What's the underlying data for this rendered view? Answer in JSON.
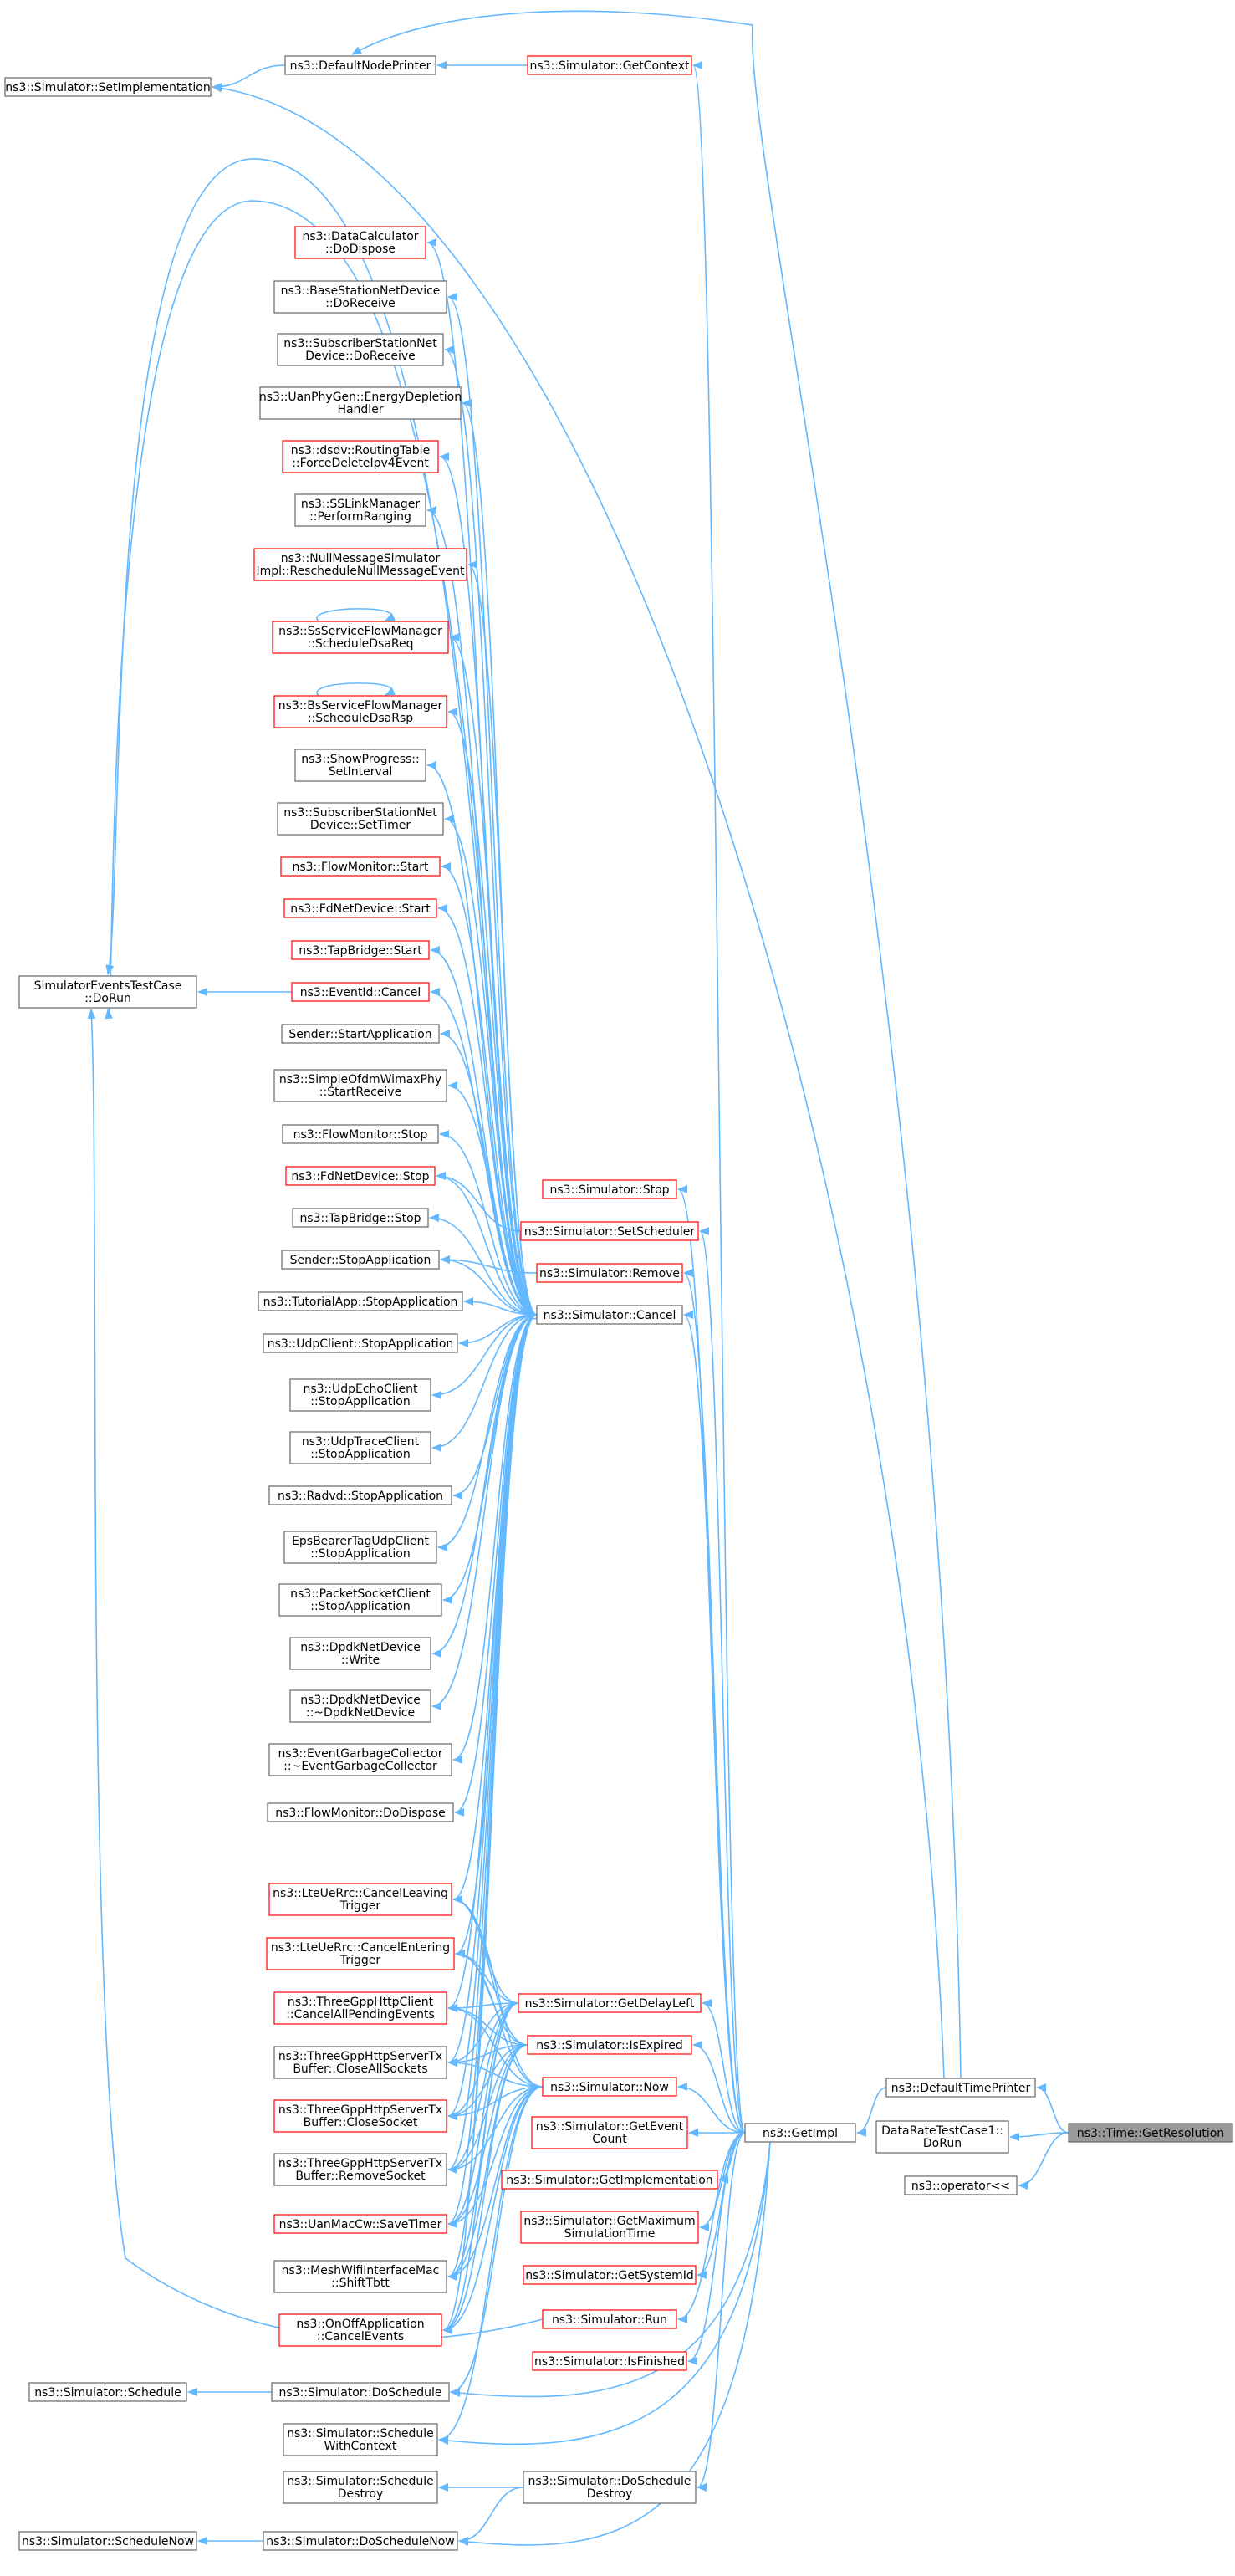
{
  "diagram": {
    "accent_edge_color": "#63b8ff",
    "highlight_border_color": "#ff0000",
    "root_fill_color": "#999999",
    "nodes": [
      {
        "id": "n_getres",
        "lines": [
          "ns3::Time::GetResolution"
        ],
        "kind": "root"
      },
      {
        "id": "n_deftime",
        "lines": [
          "ns3::DefaultTimePrinter"
        ],
        "kind": "normal"
      },
      {
        "id": "n_datarate",
        "lines": [
          "DataRateTestCase1::",
          "DoRun"
        ],
        "kind": "normal"
      },
      {
        "id": "n_operator",
        "lines": [
          "ns3::operator<<"
        ],
        "kind": "normal"
      },
      {
        "id": "n_getimpl",
        "lines": [
          "ns3::GetImpl"
        ],
        "kind": "normal"
      },
      {
        "id": "n_defnode",
        "lines": [
          "ns3::DefaultNodePrinter"
        ],
        "kind": "normal"
      },
      {
        "id": "n_setimpl",
        "lines": [
          "ns3::Simulator::SetImplementation"
        ],
        "kind": "normal"
      },
      {
        "id": "n_getcontext",
        "lines": [
          "ns3::Simulator::GetContext"
        ],
        "kind": "red"
      },
      {
        "id": "n_simevents",
        "lines": [
          "SimulatorEventsTestCase",
          "::DoRun"
        ],
        "kind": "normal"
      },
      {
        "id": "n_stop",
        "lines": [
          "ns3::Simulator::Stop"
        ],
        "kind": "red"
      },
      {
        "id": "n_setsched",
        "lines": [
          "ns3::Simulator::SetScheduler"
        ],
        "kind": "red"
      },
      {
        "id": "n_remove",
        "lines": [
          "ns3::Simulator::Remove"
        ],
        "kind": "red"
      },
      {
        "id": "n_cancel",
        "lines": [
          "ns3::Simulator::Cancel"
        ],
        "kind": "normal"
      },
      {
        "id": "n_getdelay",
        "lines": [
          "ns3::Simulator::GetDelayLeft"
        ],
        "kind": "red"
      },
      {
        "id": "n_isexpired",
        "lines": [
          "ns3::Simulator::IsExpired"
        ],
        "kind": "red"
      },
      {
        "id": "n_now",
        "lines": [
          "ns3::Simulator::Now"
        ],
        "kind": "red"
      },
      {
        "id": "n_geteventcount",
        "lines": [
          "ns3::Simulator::GetEvent",
          "Count"
        ],
        "kind": "red"
      },
      {
        "id": "n_getimplementation",
        "lines": [
          "ns3::Simulator::GetImplementation"
        ],
        "kind": "red"
      },
      {
        "id": "n_getmax",
        "lines": [
          "ns3::Simulator::GetMaximum",
          "SimulationTime"
        ],
        "kind": "red"
      },
      {
        "id": "n_getsysid",
        "lines": [
          "ns3::Simulator::GetSystemId"
        ],
        "kind": "red"
      },
      {
        "id": "n_run",
        "lines": [
          "ns3::Simulator::Run"
        ],
        "kind": "red"
      },
      {
        "id": "n_isfinished",
        "lines": [
          "ns3::Simulator::IsFinished"
        ],
        "kind": "red"
      },
      {
        "id": "n_doschedule",
        "lines": [
          "ns3::Simulator::DoSchedule"
        ],
        "kind": "normal"
      },
      {
        "id": "n_schedwctx",
        "lines": [
          "ns3::Simulator::Schedule",
          "WithContext"
        ],
        "kind": "normal"
      },
      {
        "id": "n_scheddestroy",
        "lines": [
          "ns3::Simulator::Schedule",
          "Destroy"
        ],
        "kind": "normal"
      },
      {
        "id": "n_doscheddestroy",
        "lines": [
          "ns3::Simulator::DoSchedule",
          "Destroy"
        ],
        "kind": "normal"
      },
      {
        "id": "n_doschednow",
        "lines": [
          "ns3::Simulator::DoScheduleNow"
        ],
        "kind": "normal"
      },
      {
        "id": "n_schedule",
        "lines": [
          "ns3::Simulator::Schedule"
        ],
        "kind": "normal"
      },
      {
        "id": "n_schednow",
        "lines": [
          "ns3::Simulator::ScheduleNow"
        ],
        "kind": "normal"
      },
      {
        "id": "c_datacalc",
        "lines": [
          "ns3::DataCalculator",
          "::DoDispose"
        ],
        "kind": "red"
      },
      {
        "id": "c_bsnetdev",
        "lines": [
          "ns3::BaseStationNetDevice",
          "::DoReceive"
        ],
        "kind": "normal"
      },
      {
        "id": "c_ssnetdev",
        "lines": [
          "ns3::SubscriberStationNet",
          "Device::DoReceive"
        ],
        "kind": "normal"
      },
      {
        "id": "c_uanphy",
        "lines": [
          "ns3::UanPhyGen::EnergyDepletion",
          "Handler"
        ],
        "kind": "normal"
      },
      {
        "id": "c_dsdv",
        "lines": [
          "ns3::dsdv::RoutingTable",
          "::ForceDeleteIpv4Event"
        ],
        "kind": "red"
      },
      {
        "id": "c_sslink",
        "lines": [
          "ns3::SSLinkManager",
          "::PerformRanging"
        ],
        "kind": "normal"
      },
      {
        "id": "c_nullmsg",
        "lines": [
          "ns3::NullMessageSimulator",
          "Impl::RescheduleNullMessageEvent"
        ],
        "kind": "red"
      },
      {
        "id": "c_ssflow",
        "lines": [
          "ns3::SsServiceFlowManager",
          "::ScheduleDsaReq"
        ],
        "kind": "red"
      },
      {
        "id": "c_bsflow",
        "lines": [
          "ns3::BsServiceFlowManager",
          "::ScheduleDsaRsp"
        ],
        "kind": "red"
      },
      {
        "id": "c_showprog",
        "lines": [
          "ns3::ShowProgress::",
          "SetInterval"
        ],
        "kind": "normal"
      },
      {
        "id": "c_sstimer",
        "lines": [
          "ns3::SubscriberStationNet",
          "Device::SetTimer"
        ],
        "kind": "normal"
      },
      {
        "id": "c_fmstart",
        "lines": [
          "ns3::FlowMonitor::Start"
        ],
        "kind": "red"
      },
      {
        "id": "c_fdstart",
        "lines": [
          "ns3::FdNetDevice::Start"
        ],
        "kind": "red"
      },
      {
        "id": "c_tapstart",
        "lines": [
          "ns3::TapBridge::Start"
        ],
        "kind": "red"
      },
      {
        "id": "c_eventid",
        "lines": [
          "ns3::EventId::Cancel"
        ],
        "kind": "red"
      },
      {
        "id": "c_senderstart",
        "lines": [
          "Sender::StartApplication"
        ],
        "kind": "normal"
      },
      {
        "id": "c_simpleofdm",
        "lines": [
          "ns3::SimpleOfdmWimaxPhy",
          "::StartReceive"
        ],
        "kind": "normal"
      },
      {
        "id": "c_fmstop",
        "lines": [
          "ns3::FlowMonitor::Stop"
        ],
        "kind": "normal"
      },
      {
        "id": "c_fdstop",
        "lines": [
          "ns3::FdNetDevice::Stop"
        ],
        "kind": "red"
      },
      {
        "id": "c_tapstop",
        "lines": [
          "ns3::TapBridge::Stop"
        ],
        "kind": "normal"
      },
      {
        "id": "c_senderstop",
        "lines": [
          "Sender::StopApplication"
        ],
        "kind": "normal"
      },
      {
        "id": "c_tutorial",
        "lines": [
          "ns3::TutorialApp::StopApplication"
        ],
        "kind": "normal"
      },
      {
        "id": "c_udpclient",
        "lines": [
          "ns3::UdpClient::StopApplication"
        ],
        "kind": "normal"
      },
      {
        "id": "c_udpecho",
        "lines": [
          "ns3::UdpEchoClient",
          "::StopApplication"
        ],
        "kind": "normal"
      },
      {
        "id": "c_udptrace",
        "lines": [
          "ns3::UdpTraceClient",
          "::StopApplication"
        ],
        "kind": "normal"
      },
      {
        "id": "c_radvd",
        "lines": [
          "ns3::Radvd::StopApplication"
        ],
        "kind": "normal"
      },
      {
        "id": "c_epsbearer",
        "lines": [
          "EpsBearerTagUdpClient",
          "::StopApplication"
        ],
        "kind": "normal"
      },
      {
        "id": "c_packetsock",
        "lines": [
          "ns3::PacketSocketClient",
          "::StopApplication"
        ],
        "kind": "normal"
      },
      {
        "id": "c_dpdkwrite",
        "lines": [
          "ns3::DpdkNetDevice",
          "::Write"
        ],
        "kind": "normal"
      },
      {
        "id": "c_dpdkdtor",
        "lines": [
          "ns3::DpdkNetDevice",
          "::~DpdkNetDevice"
        ],
        "kind": "normal"
      },
      {
        "id": "c_eventgc",
        "lines": [
          "ns3::EventGarbageCollector",
          "::~EventGarbageCollector"
        ],
        "kind": "normal"
      },
      {
        "id": "c_fmdispose",
        "lines": [
          "ns3::FlowMonitor::DoDispose"
        ],
        "kind": "normal"
      },
      {
        "id": "c_lteleave",
        "lines": [
          "ns3::LteUeRrc::CancelLeaving",
          "Trigger"
        ],
        "kind": "red"
      },
      {
        "id": "c_lteenter",
        "lines": [
          "ns3::LteUeRrc::CancelEntering",
          "Trigger"
        ],
        "kind": "red"
      },
      {
        "id": "c_3gppclient",
        "lines": [
          "ns3::ThreeGppHttpClient",
          "::CancelAllPendingEvents"
        ],
        "kind": "red"
      },
      {
        "id": "c_3gppcloseall",
        "lines": [
          "ns3::ThreeGppHttpServerTx",
          "Buffer::CloseAllSockets"
        ],
        "kind": "normal"
      },
      {
        "id": "c_3gppclose",
        "lines": [
          "ns3::ThreeGppHttpServerTx",
          "Buffer::CloseSocket"
        ],
        "kind": "red"
      },
      {
        "id": "c_3gppremove",
        "lines": [
          "ns3::ThreeGppHttpServerTx",
          "Buffer::RemoveSocket"
        ],
        "kind": "normal"
      },
      {
        "id": "c_uanmac",
        "lines": [
          "ns3::UanMacCw::SaveTimer"
        ],
        "kind": "red"
      },
      {
        "id": "c_meshwifi",
        "lines": [
          "ns3::MeshWifiInterfaceMac",
          "::ShiftTbtt"
        ],
        "kind": "normal"
      },
      {
        "id": "c_onoff",
        "lines": [
          "ns3::OnOffApplication",
          "::CancelEvents"
        ],
        "kind": "red"
      }
    ]
  }
}
